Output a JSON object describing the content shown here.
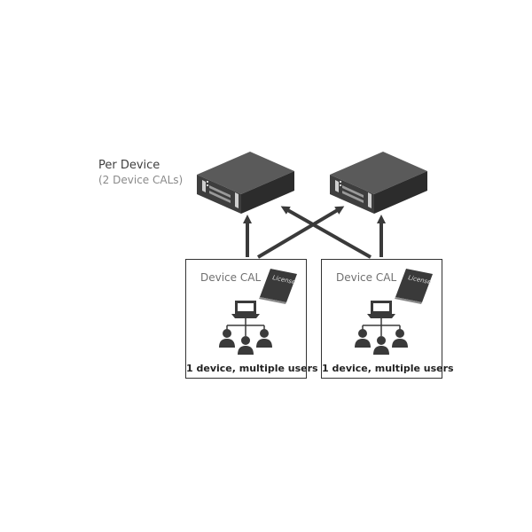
{
  "title": "Per Device",
  "subtitle": "(2 Device CALs)",
  "boxes": [
    {
      "label": "Device CAL",
      "book_text": "License",
      "caption": "1 device, multiple users"
    },
    {
      "label": "Device CAL",
      "book_text": "License",
      "caption": "1 device, multiple users"
    }
  ],
  "icons": {
    "server": "server-icon",
    "license": "license-book-icon",
    "laptop": "laptop-icon",
    "user": "user-icon"
  },
  "colors": {
    "icon_fill": "#3a3a3a",
    "arrow": "#3a3a3a",
    "server_top": "#5a5a5a",
    "server_front": "#3c3c3c",
    "server_side": "#2a2a2a"
  }
}
